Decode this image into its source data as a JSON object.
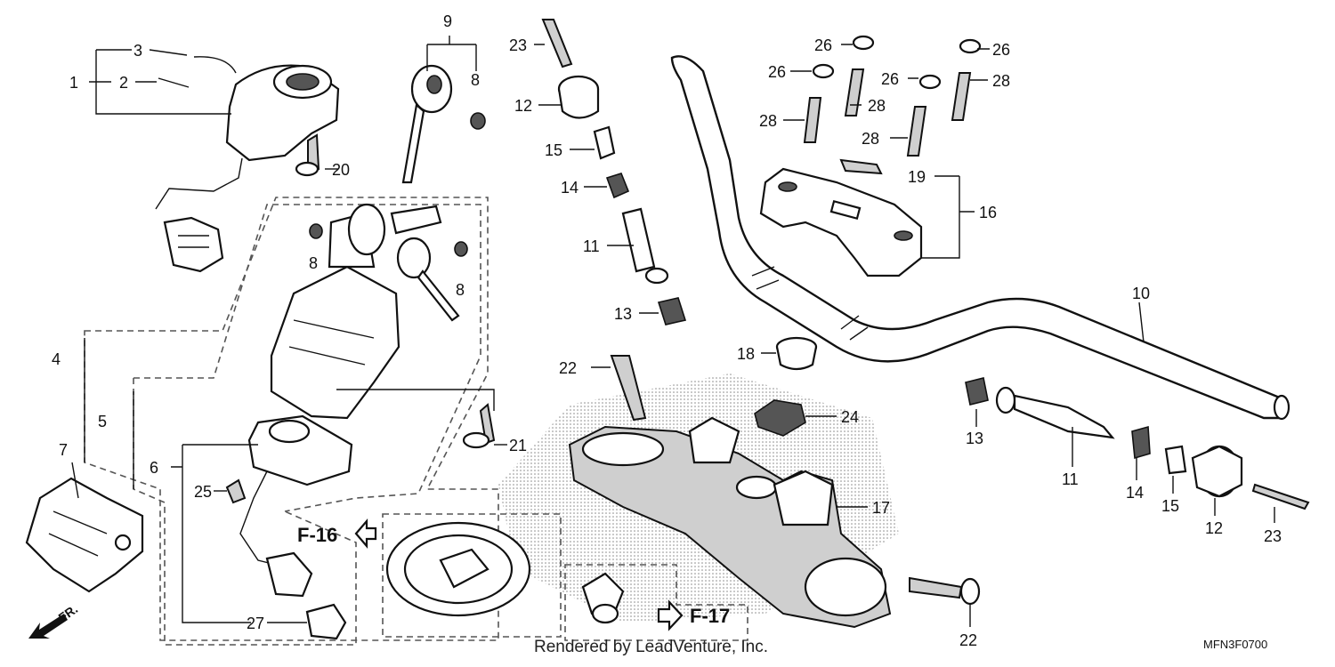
{
  "diagram": {
    "credit": "Rendered by LeadVenture, Inc.",
    "code": "MFN3F0700",
    "fr_label": "FR.",
    "ref_f16": "F-16",
    "ref_f17": "F-17",
    "callouts": {
      "c1": "1",
      "c2": "2",
      "c3": "3",
      "c4": "4",
      "c5": "5",
      "c6": "6",
      "c7": "7",
      "c8a": "8",
      "c8b": "8",
      "c8c": "8",
      "c9": "9",
      "c10": "10",
      "c11a": "11",
      "c11b": "11",
      "c12a": "12",
      "c12b": "12",
      "c13a": "13",
      "c13b": "13",
      "c14a": "14",
      "c14b": "14",
      "c15a": "15",
      "c15b": "15",
      "c16": "16",
      "c17": "17",
      "c18": "18",
      "c19": "19",
      "c20": "20",
      "c21": "21",
      "c22a": "22",
      "c22b": "22",
      "c23a": "23",
      "c23b": "23",
      "c24": "24",
      "c25": "25",
      "c26a": "26",
      "c26b": "26",
      "c26c": "26",
      "c26d": "26",
      "c27": "27",
      "c28a": "28",
      "c28b": "28",
      "c28c": "28",
      "c28d": "28"
    }
  }
}
